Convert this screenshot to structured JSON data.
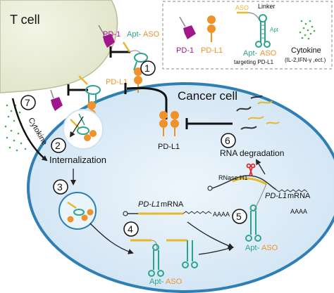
{
  "cells": {
    "t_cell": "T cell",
    "cancer_cell": "Cancer cell"
  },
  "legend": {
    "pd1": "PD-1",
    "pdl1": "PD-L1",
    "aso": "ASO",
    "linker": "Linker",
    "apt": "Apt",
    "apt_aso_a": "Apt-",
    "apt_aso_b": "ASO",
    "targeting": "targeting PD-L1",
    "cytokine": "Cytokine",
    "cytokine_examples": "(IL-2,IFN-γ ,ect.)"
  },
  "steps": {
    "s1": "1",
    "s2": "2",
    "s3": "3",
    "s4": "4",
    "s5": "5",
    "s6": "6",
    "s7": "7",
    "internalization": "Internalization",
    "rna_degradation": "RNA degradation",
    "cytokine": "Cytokine"
  },
  "labels": {
    "pd1_top": "PD-1",
    "apt_top_a": "Apt-",
    "apt_top_b": "ASO",
    "pdl1_left": "PD-L1",
    "pdl1_center": "PD-L1",
    "mrna_left_a": "PD-L1",
    "mrna_left_b": " mRNA",
    "aaaa_left": "AAAA",
    "mrna_right_a": "PD-L1",
    "mrna_right_b": " mRNA",
    "aaaa_right": "AAAA",
    "rnase": "RNase H1",
    "apt_bottom_a": "Apt-",
    "apt_bottom_b": "ASO",
    "apt_right_a": "Apt-",
    "apt_right_b": "ASO"
  },
  "colors": {
    "t_cell": "#e9ecd7",
    "cancer_cell": "#d7e8f5",
    "cancer_border": "#2e7fb5",
    "pd1": "#a0178c",
    "pdl1": "#f0922b",
    "aptamer": "#2aa58c",
    "aso": "#e7b82a",
    "cytokine": "#45b04a",
    "scissors": "#e0262a"
  }
}
